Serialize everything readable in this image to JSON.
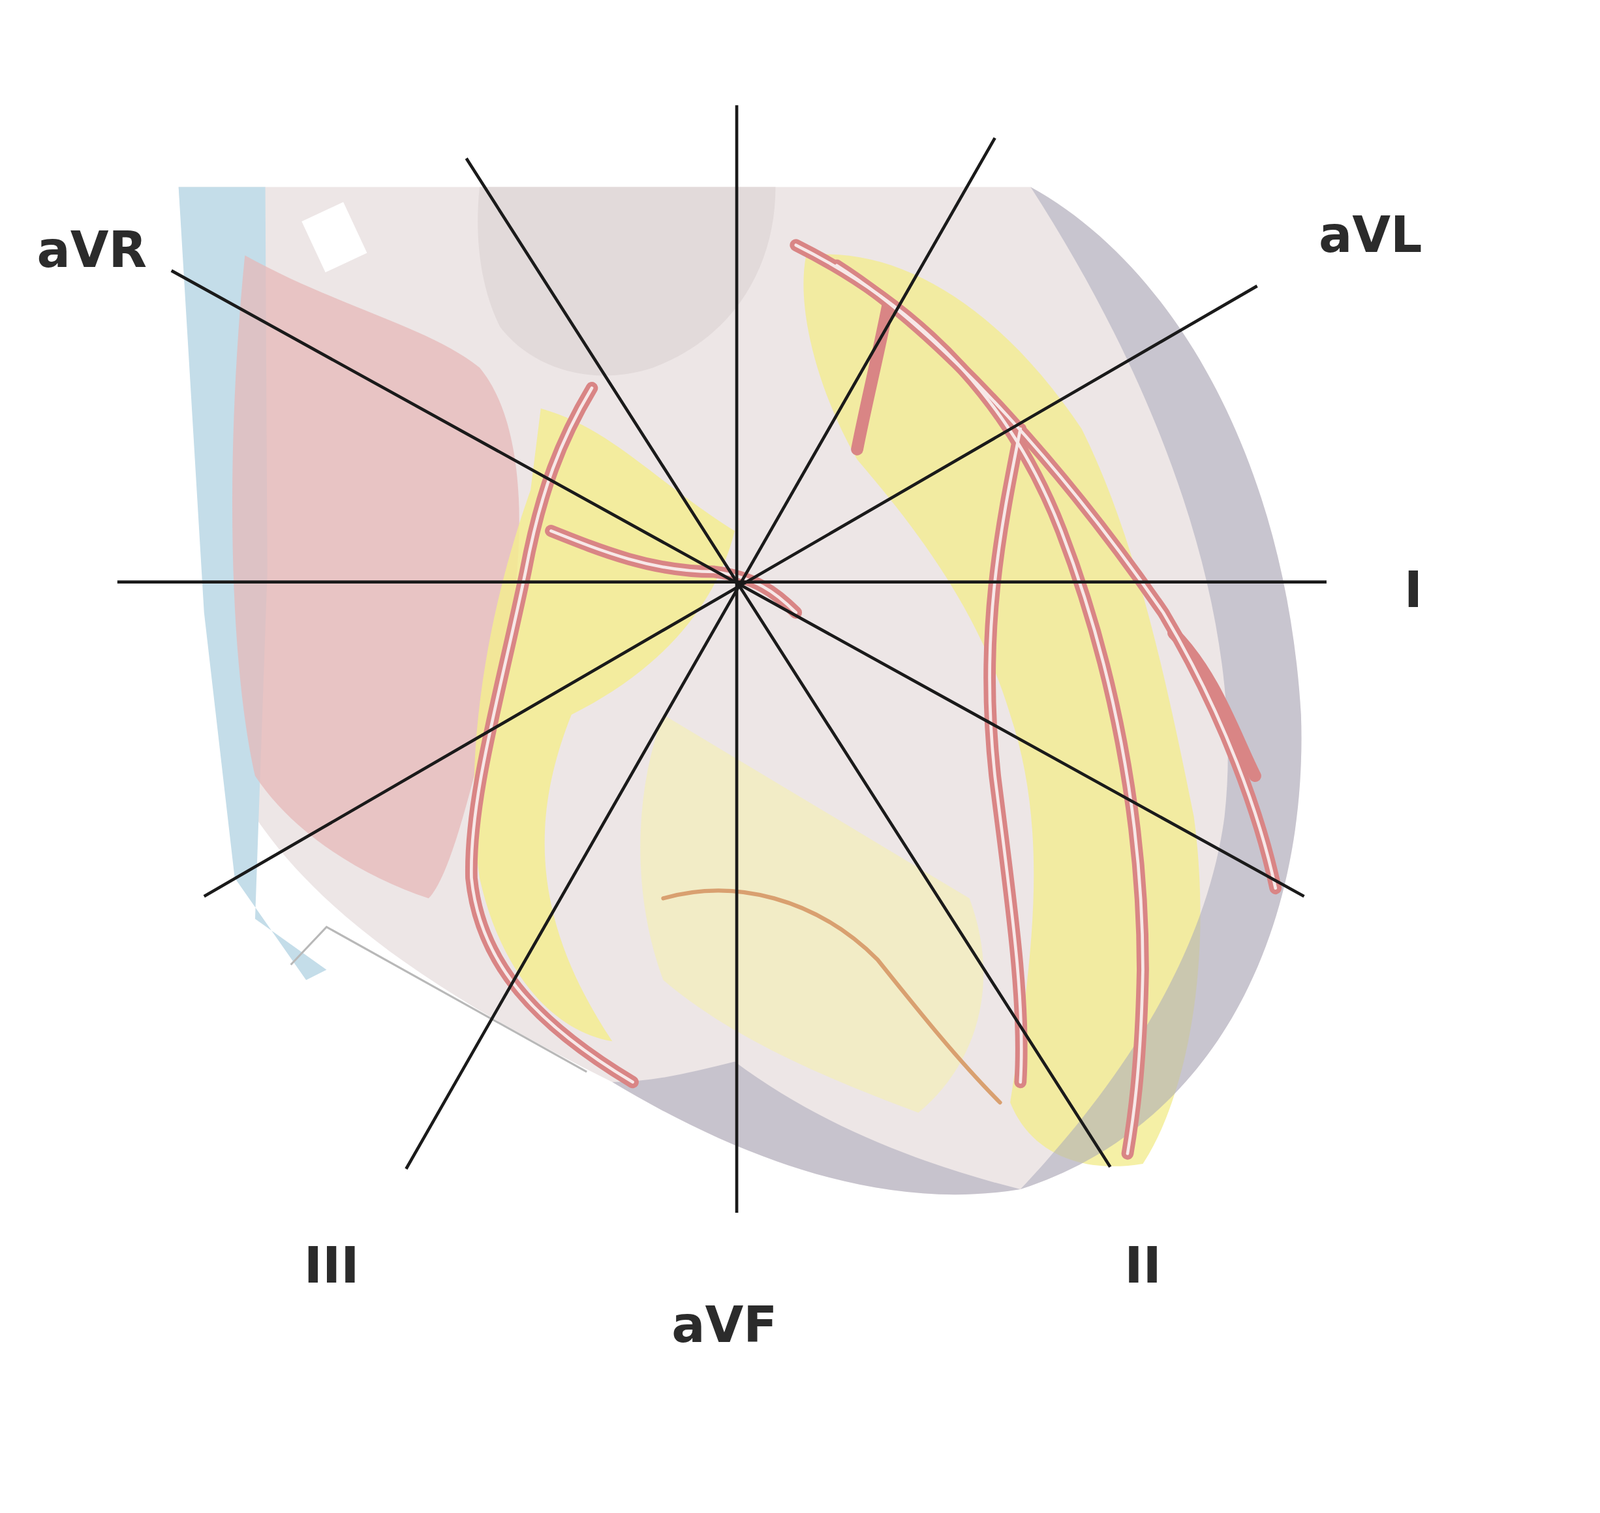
{
  "diagram": {
    "labels": [
      "aVR",
      "aVL",
      "I",
      "III",
      "aVF",
      "II"
    ]
  }
}
